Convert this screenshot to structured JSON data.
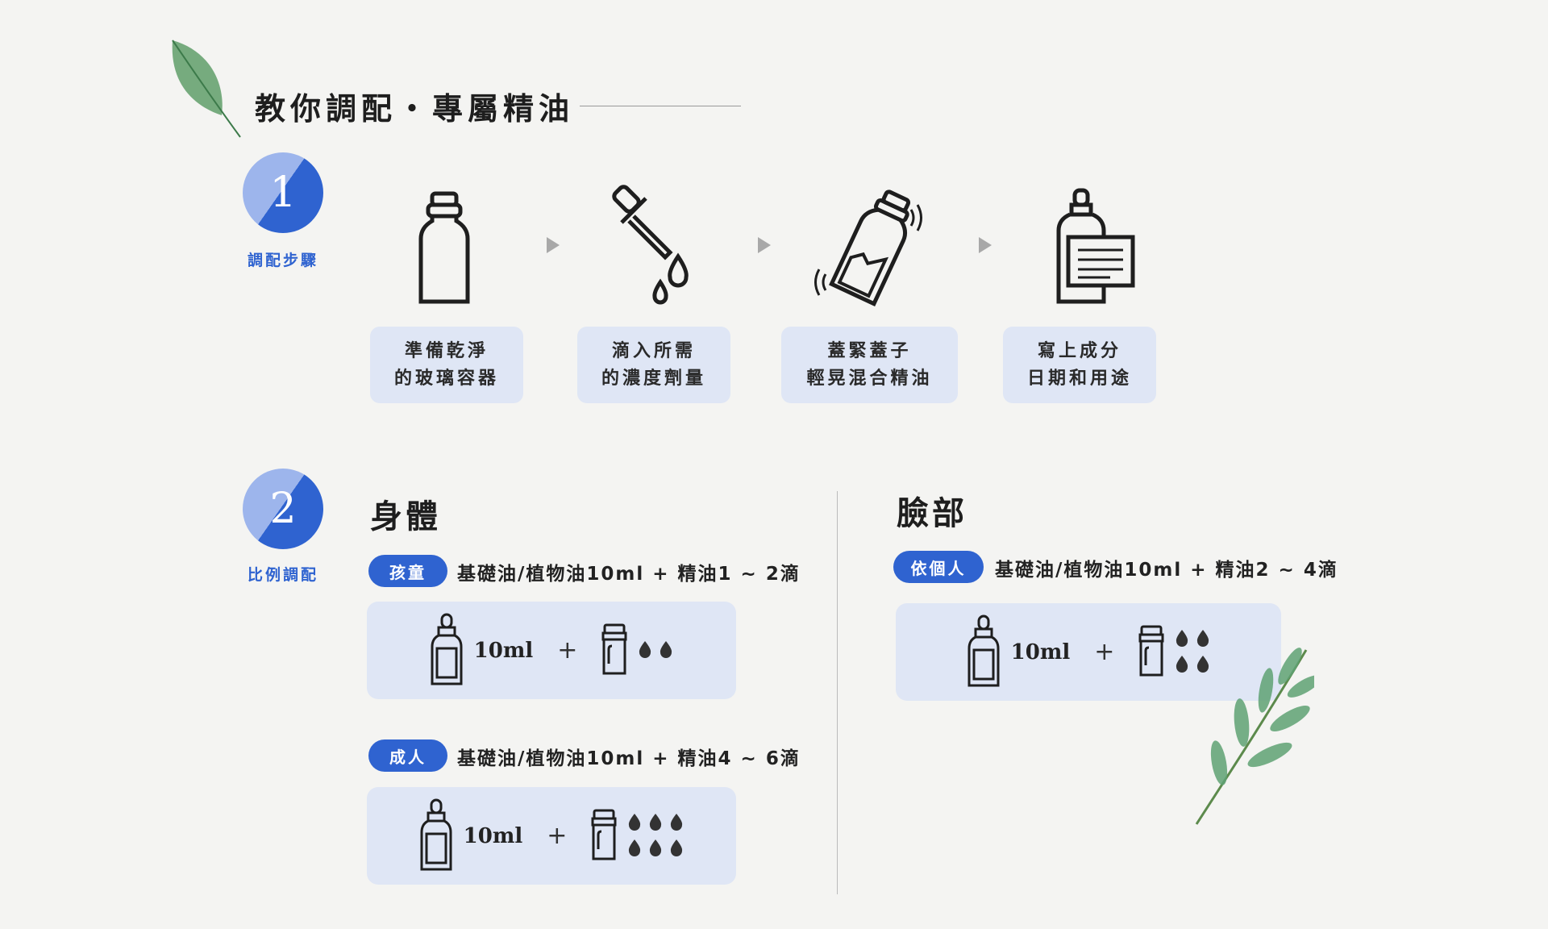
{
  "header": {
    "title": "教你調配・專屬精油"
  },
  "step1": {
    "number": "1",
    "label": "調配步驟",
    "steps": [
      {
        "line1": "準備乾淨",
        "line2": "的玻璃容器",
        "icon": "glass-bottle-icon"
      },
      {
        "line1": "滴入所需",
        "line2": "的濃度劑量",
        "icon": "dropper-icon"
      },
      {
        "line1": "蓋緊蓋子",
        "line2": "輕晃混合精油",
        "icon": "shaking-bottle-icon"
      },
      {
        "line1": "寫上成分",
        "line2": "日期和用途",
        "icon": "labeled-bottle-icon"
      }
    ]
  },
  "step2": {
    "number": "2",
    "label": "比例調配",
    "body": {
      "title": "身體",
      "children": {
        "badge": "孩童",
        "formula": "基礎油/植物油10ml + 精油1 ~ 2滴",
        "volume": "10ml",
        "plus": "+",
        "drops": 2
      },
      "adults": {
        "badge": "成人",
        "formula": "基礎油/植物油10ml + 精油4 ~ 6滴",
        "volume": "10ml",
        "plus": "+",
        "drops": 6
      }
    },
    "face": {
      "title": "臉部",
      "personal": {
        "badge": "依個人",
        "formula": "基礎油/植物油10ml + 精油2 ~ 4滴",
        "volume": "10ml",
        "plus": "+",
        "drops": 4
      }
    }
  },
  "colors": {
    "accent": "#2f63d0",
    "box": "#dfe6f5",
    "light_accent": "#9db5ec"
  }
}
